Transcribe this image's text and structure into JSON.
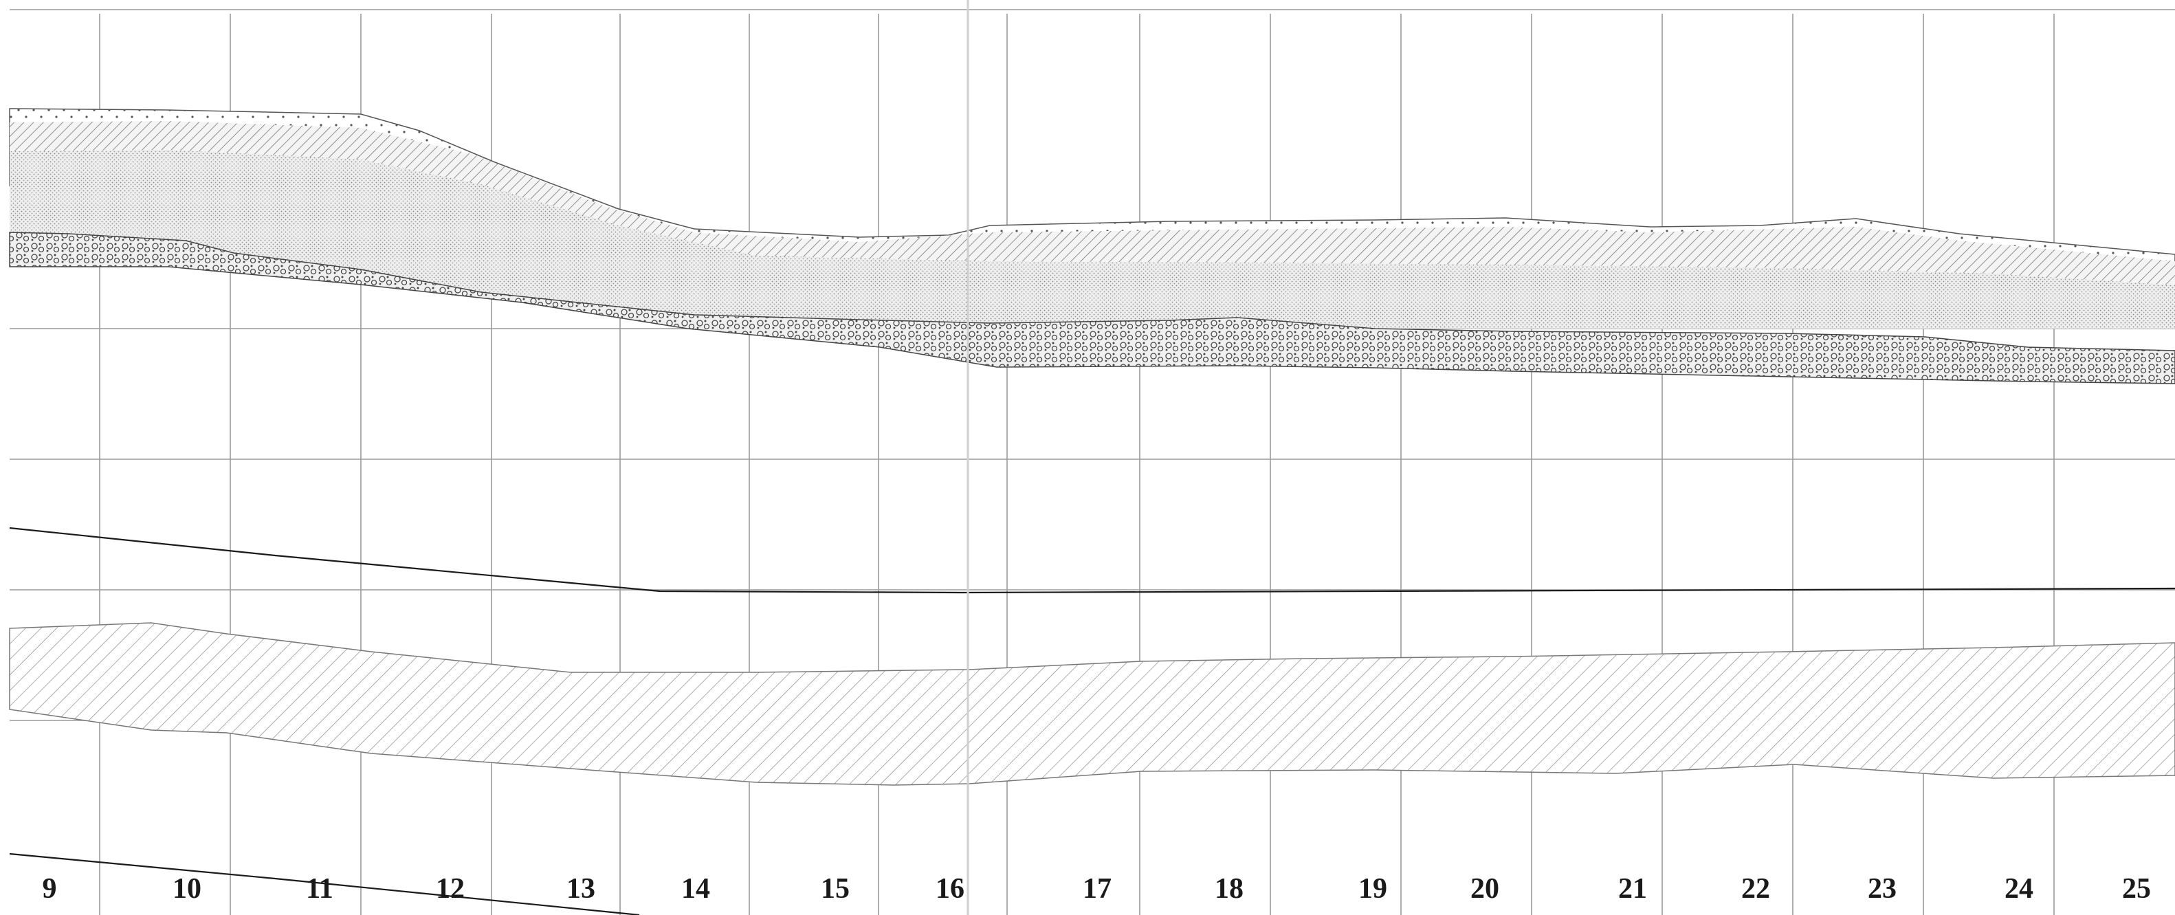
{
  "sheet": {
    "stations": [
      "9",
      "10",
      "11",
      "12",
      "13",
      "14",
      "15",
      "16",
      "17",
      "18",
      "19",
      "20",
      "21",
      "22",
      "23",
      "24",
      "25"
    ]
  },
  "colors": {
    "grid": "#9a9a9a",
    "line": "#1a1a1a",
    "hatch": "#8a8a8a",
    "paper": "#ffffff"
  },
  "layers": [
    {
      "pattern": "dotted-sand"
    },
    {
      "pattern": "diagonal-hatch"
    },
    {
      "pattern": "fine-stipple"
    },
    {
      "pattern": "gravel-circles"
    },
    {
      "pattern": "lower-diagonal-band"
    }
  ]
}
